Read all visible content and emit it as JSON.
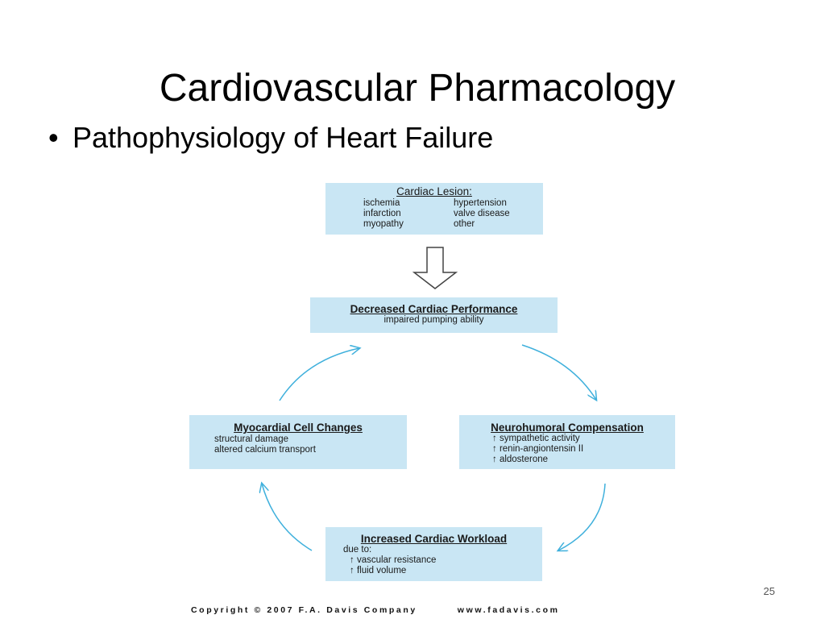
{
  "slide": {
    "title": "Cardiovascular Pharmacology",
    "bullet": "Pathophysiology of Heart Failure",
    "page_number": "25"
  },
  "diagram": {
    "cardiac_lesion": {
      "heading": "Cardiac Lesion:",
      "col1": [
        "ischemia",
        "infarction",
        "myopathy"
      ],
      "col2": [
        "hypertension",
        "valve disease",
        "other"
      ]
    },
    "decreased_performance": {
      "heading": "Decreased Cardiac Performance",
      "detail": "impaired pumping ability"
    },
    "neurohumoral": {
      "heading": "Neurohumoral Compensation",
      "items": [
        "↑ sympathetic activity",
        "↑ renin-angiontensin II",
        "↑ aldosterone"
      ]
    },
    "workload": {
      "heading": "Increased Cardiac Workload",
      "items": [
        "due to:",
        "↑ vascular resistance",
        "↑ fluid volume"
      ]
    },
    "myocardial": {
      "heading": "Myocardial Cell Changes",
      "items": [
        "structural damage",
        "altered calcium transport"
      ]
    },
    "colors": {
      "box": "#c9e6f4",
      "arrow": "#3fb0dc"
    }
  },
  "footer": {
    "copyright": "Copyright © 2007 F.A. Davis Company",
    "url": "www.fadavis.com"
  }
}
